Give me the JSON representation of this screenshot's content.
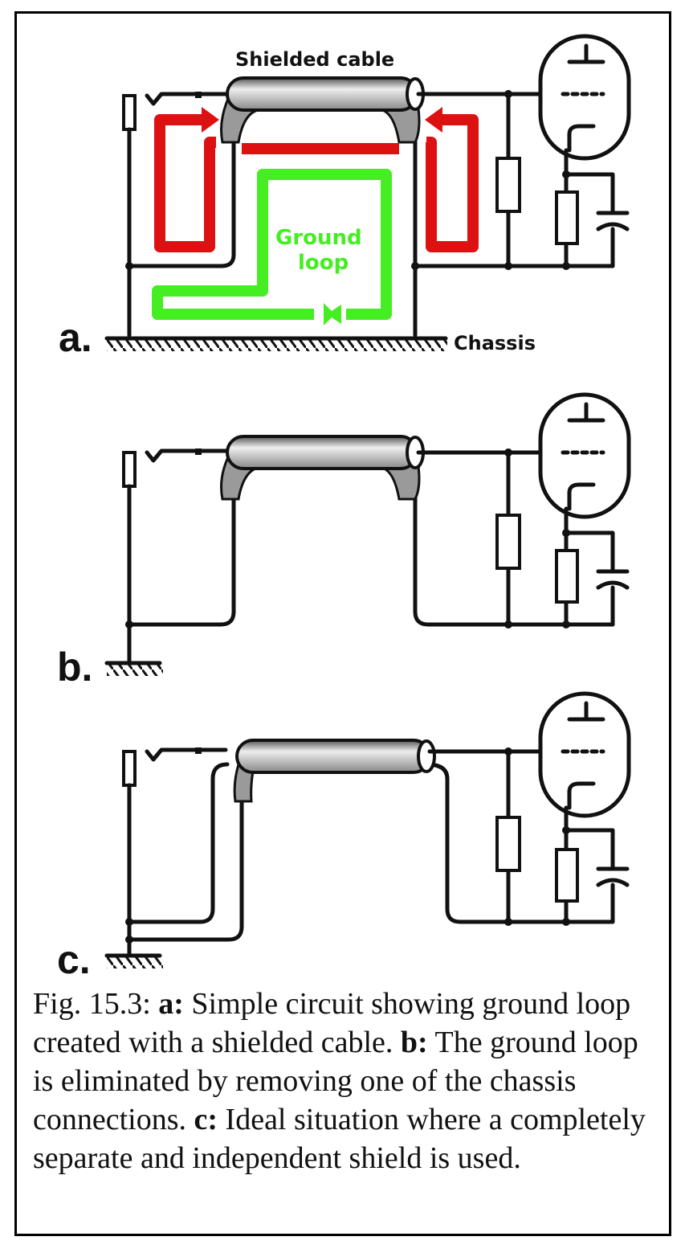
{
  "labels": {
    "shielded_cable": "Shielded cable",
    "ground_loop_line1": "Ground",
    "ground_loop_line2": "loop",
    "chassis": "Chassis",
    "panel_a": "a.",
    "panel_b": "b.",
    "panel_c": "c."
  },
  "caption": {
    "fig": "Fig. 15.3: ",
    "a_key": "a:",
    "a_text": " Simple circuit showing ground loop created with a shielded cable. ",
    "b_key": "b:",
    "b_text": " The ground loop is eliminated by removing one of the chassis connections. ",
    "c_key": "c:",
    "c_text": " Ideal situation where a completely separate and independent shield is used."
  },
  "colors": {
    "current_arrow": "#dd1111",
    "ground_loop_arrow": "#44ee22",
    "cable_shield": "#9a9a9a"
  }
}
